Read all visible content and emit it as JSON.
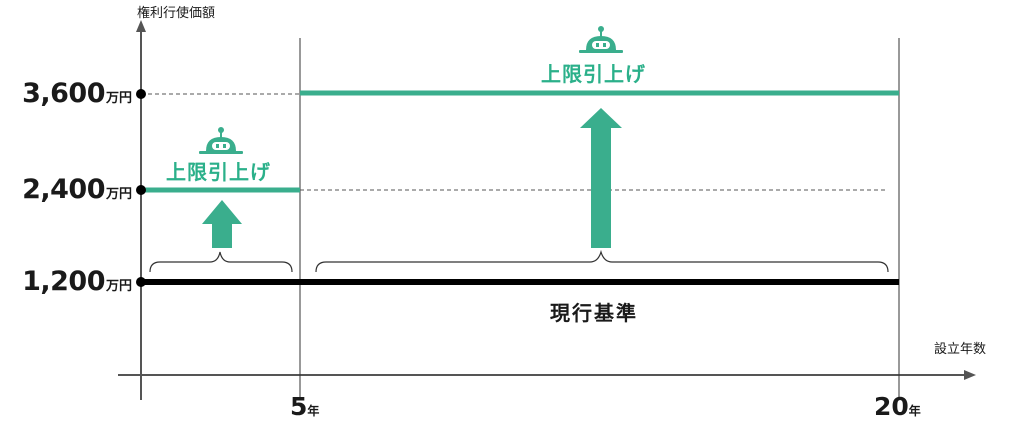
{
  "y_axis": {
    "title": "権利行使価額",
    "ticks": [
      {
        "value": "3,600",
        "unit": "万円"
      },
      {
        "value": "2,400",
        "unit": "万円"
      },
      {
        "value": "1,200",
        "unit": "万円"
      }
    ]
  },
  "x_axis": {
    "title": "設立年数",
    "ticks": [
      {
        "value": "5",
        "unit": "年"
      },
      {
        "value": "20",
        "unit": "年"
      }
    ]
  },
  "annotations": {
    "raise_label_short": "上限引上げ",
    "raise_label_long": "上限引上げ",
    "baseline_label": "現行基準"
  },
  "colors": {
    "accent": "#3aae8d",
    "text_accent": "#2bb08a",
    "line": "#000000",
    "grid": "#555555"
  },
  "icons": [
    "robot-mascot-icon",
    "robot-mascot-icon",
    "up-arrow-icon",
    "up-arrow-icon",
    "curly-brace-icon",
    "curly-brace-icon"
  ]
}
